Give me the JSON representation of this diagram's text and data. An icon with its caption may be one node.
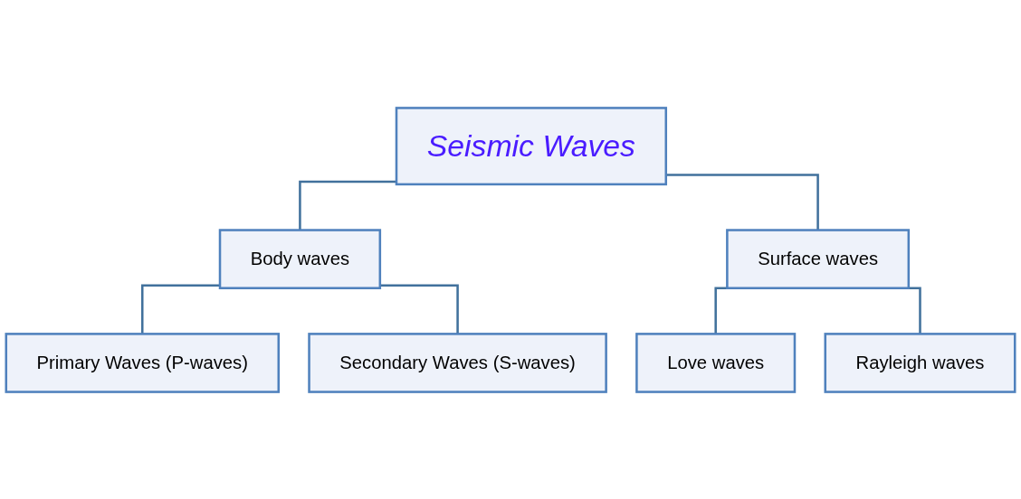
{
  "diagram": {
    "nodes": [
      {
        "text": [
          "Seismic Waves"
        ]
      },
      {
        "text": [
          "Body waves"
        ]
      },
      {
        "text": [
          "Surface waves"
        ]
      },
      {
        "text": [
          "Primary Waves (P-waves)"
        ]
      },
      {
        "text": [
          "Secondary Waves (S-waves)"
        ]
      },
      {
        "text": [
          "Love waves"
        ]
      },
      {
        "text": [
          "Rayleigh waves"
        ]
      }
    ],
    "edges": [
      {
        "from": 0,
        "to": 1,
        "arrow": "none"
      },
      {
        "from": 0,
        "to": 2,
        "arrow": "none"
      },
      {
        "from": 1,
        "to": 3,
        "arrow": "none"
      },
      {
        "from": 1,
        "to": 4,
        "arrow": "none"
      },
      {
        "from": 2,
        "to": 5,
        "arrow": "none"
      },
      {
        "from": 2,
        "to": 6,
        "arrow": "none"
      }
    ]
  }
}
